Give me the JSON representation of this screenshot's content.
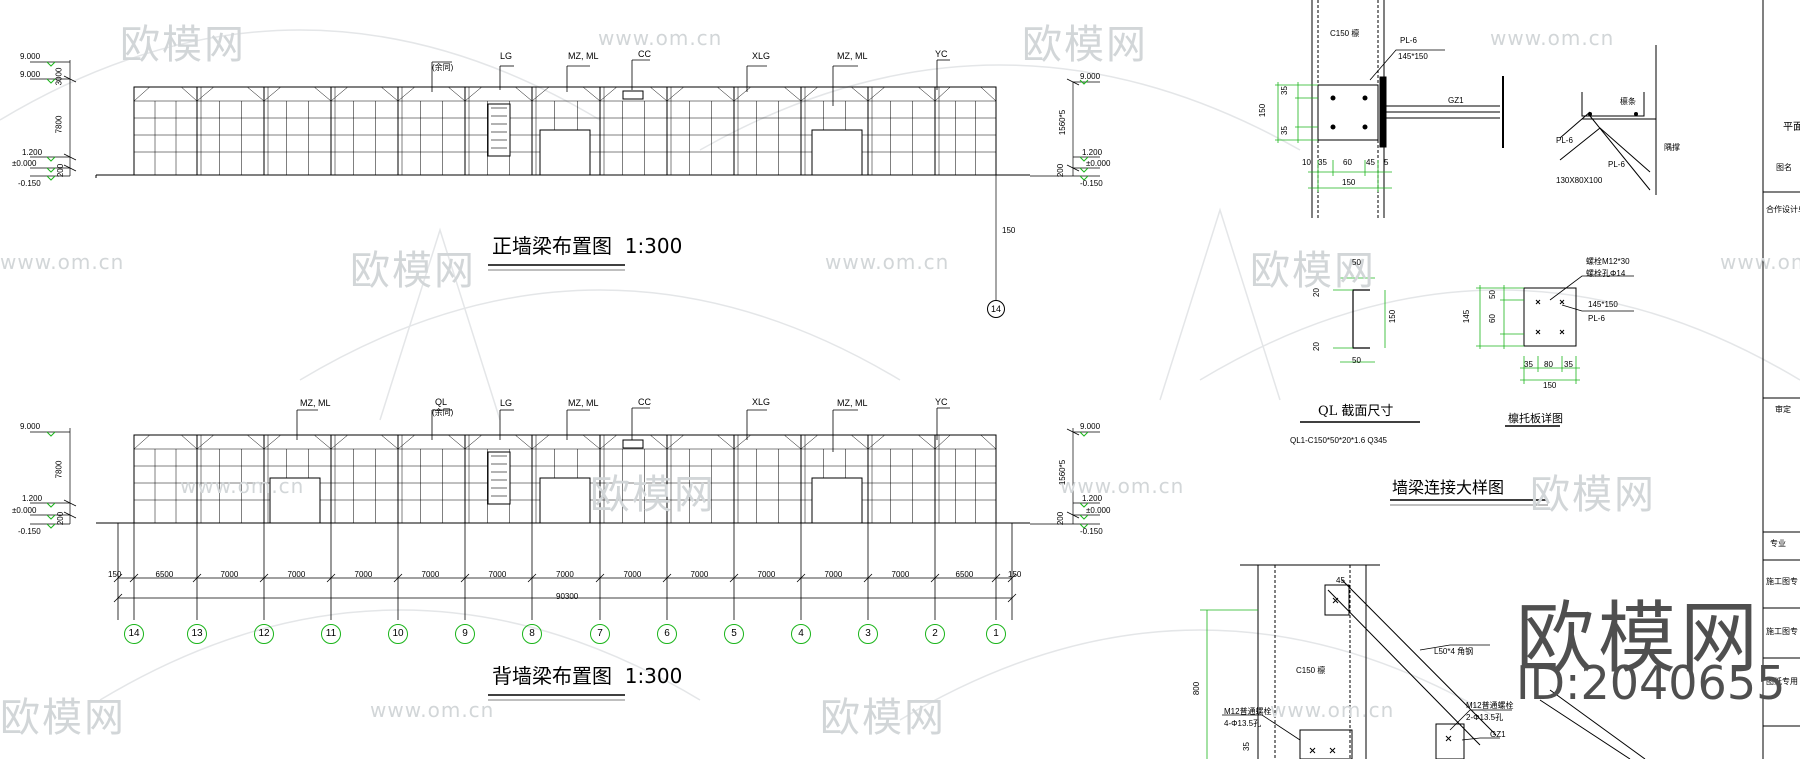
{
  "front_wall": {
    "title": "正墙梁布置图",
    "scale": "1:300",
    "labels": {
      "ql": "(余同)",
      "lg": "LG",
      "mzml1": "MZ, ML",
      "cc": "CC",
      "xlg": "XLG",
      "mzml2": "MZ, ML",
      "yc": "YC"
    },
    "left_levels": {
      "l1": "9.000",
      "l2": "9.000",
      "l3": "1.200",
      "l4": "±0.000",
      "l5": "-0.150",
      "d1": "3000",
      "d2": "7800",
      "d3": "200"
    },
    "right_levels": {
      "l1": "9.000",
      "l2": "1.200",
      "l3": "±0.000",
      "l4": "-0.150",
      "d1": "1560*5",
      "d2": "200"
    },
    "axis_dim": "150",
    "axis_label": "14"
  },
  "back_wall": {
    "title": "背墙梁布置图",
    "scale": "1:300",
    "labels": {
      "mzml1": "MZ, ML",
      "ql": "QL",
      "ql_note": "(余同)",
      "lg": "LG",
      "mzml2": "MZ, ML",
      "cc": "CC",
      "xlg": "XLG",
      "mzml3": "MZ, ML",
      "yc": "YC"
    },
    "left_levels": {
      "l1": "9.000",
      "l2": "1.200",
      "l3": "±0.000",
      "l4": "-0.150",
      "d1": "7800",
      "d2": "200"
    },
    "right_levels": {
      "l1": "9.000",
      "l2": "1.200",
      "l3": "±0.000",
      "l4": "-0.150",
      "d1": "1560*5",
      "d2": "200"
    },
    "dims": [
      "150",
      "6500",
      "7000",
      "7000",
      "7000",
      "7000",
      "7000",
      "7000",
      "7000",
      "7000",
      "7000",
      "7000",
      "7000",
      "6500",
      "150"
    ],
    "total": "90300",
    "axes": [
      "14",
      "13",
      "12",
      "11",
      "10",
      "9",
      "8",
      "7",
      "6",
      "5",
      "4",
      "3",
      "2",
      "1"
    ]
  },
  "detail1": {
    "labels": {
      "c150": "C150 檩",
      "pl": "PL-6",
      "pl_size": "145*150",
      "gz": "GZ1",
      "d150": "150",
      "d35a": "35",
      "d35b": "35",
      "d10": "10",
      "d35c": "35",
      "d60": "60",
      "d45": "45",
      "d5": "5",
      "w150": "150"
    }
  },
  "detail2": {
    "labels": {
      "pl_a": "PL-6",
      "pl_b": "PL-6",
      "size": "130X80X100",
      "note1": "檩条",
      "note2": "隅撑"
    }
  },
  "detail3": {
    "title": "QL 截面尺寸",
    "spec": "QL1-C150*50*20*1.6  Q345",
    "labels": {
      "d50a": "50",
      "d20a": "20",
      "d150": "150",
      "d20b": "20",
      "d50b": "50"
    }
  },
  "detail4": {
    "title": "檩托板详图",
    "labels": {
      "bolt": "螺栓M12*30",
      "hole": "螺栓孔Φ14",
      "size": "145*150",
      "pl": "PL-6",
      "d145": "145",
      "d50a": "50",
      "d60": "60",
      "d35a": "35",
      "d80": "80",
      "d35b": "35",
      "w150": "150"
    }
  },
  "connection_title": "墙梁连接大样图",
  "detail5": {
    "labels": {
      "d45": "45",
      "c150": "C150 檩",
      "l50": "L50*4 角钢",
      "bolt_a": "M12普通螺栓",
      "bolt_a2": "4-Φ13.5孔",
      "bolt_b": "M12普通螺栓",
      "bolt_b2": "2-Φ13.5孔",
      "gz": "GZ1",
      "h800": "800",
      "d35": "35"
    }
  },
  "title_block": {
    "t1": "平面",
    "t2": "图名",
    "t3": "合作设计单",
    "t4": "审定",
    "t5": "专业",
    "t6": "施工图专",
    "t7": "施工图专",
    "t8": "图纸专用"
  },
  "watermark": {
    "cn": "欧模网",
    "url": "www.om.cn",
    "big": "欧模网",
    "id": "ID:2040655"
  }
}
